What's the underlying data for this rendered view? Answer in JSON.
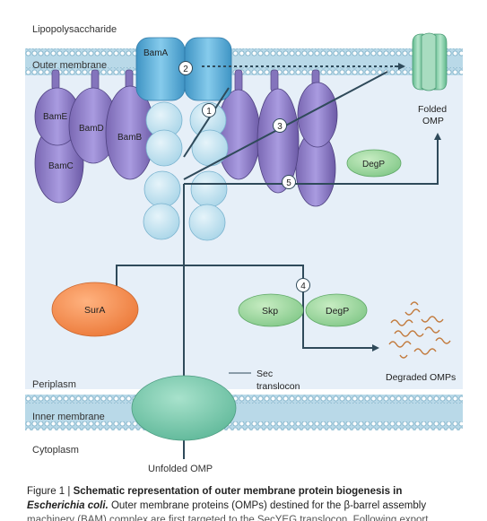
{
  "labels": {
    "lipopolysaccharide": "Lipopolysaccharide",
    "outer_membrane": "Outer membrane",
    "bamA": "BamA",
    "bamE": "BamE",
    "bamD": "BamD",
    "bamB": "BamB",
    "bamC": "BamC",
    "folded_omp_1": "Folded",
    "folded_omp_2": "OMP",
    "degP_top": "DegP",
    "surA": "SurA",
    "skp": "Skp",
    "degP_mid": "DegP",
    "degraded_omps": "Degraded OMPs",
    "periplasm": "Periplasm",
    "inner_membrane": "Inner membrane",
    "cytoplasm": "Cytoplasm",
    "sec_1": "Sec",
    "sec_2": "translocon",
    "unfolded_omp": "Unfolded OMP"
  },
  "steps": [
    "1",
    "2",
    "3",
    "4",
    "5"
  ],
  "caption": {
    "prefix": "Figure 1 | ",
    "title_bold": "Schematic representation of outer membrane protein biogenesis in",
    "species": "Escherichia coli.",
    "line2_rest": " Outer membrane proteins (OMPs) destined for the β-barrel assembly",
    "line3": "machinery (BAM) complex are first targeted to the SecYEG translocon. Following export"
  },
  "colors": {
    "periplasm_bg": "#e4eef8",
    "membrane": "#a9cde0",
    "bead": "#c6e2ef",
    "bam_purple": "#8a78bf",
    "barrel_blue": "#5aaed6",
    "omp_green": "#7ec9a3",
    "sura_orange": "#f08a4b",
    "skp_green": "#8fd19c",
    "degp_green": "#9fd89e",
    "line": "#2f4a5a"
  }
}
